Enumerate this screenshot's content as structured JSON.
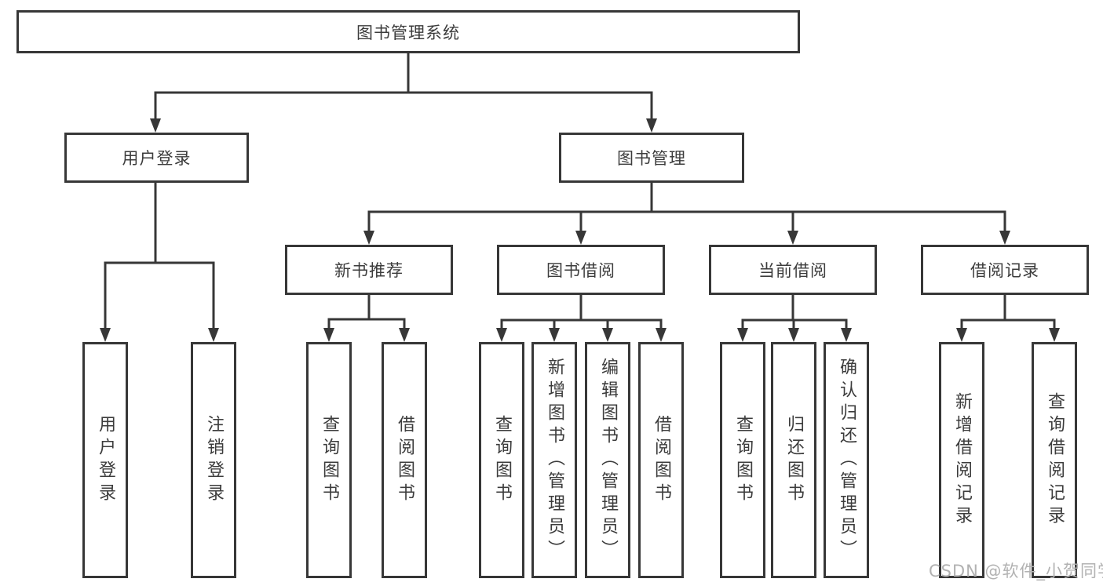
{
  "diagram": {
    "root": {
      "label": "图书管理系统"
    },
    "branches": [
      {
        "label": "用户登录",
        "children": [
          {
            "label": "用户登录"
          },
          {
            "label": "注销登录"
          }
        ]
      },
      {
        "label": "图书管理",
        "groups": [
          {
            "label": "新书推荐",
            "children": [
              {
                "label": "查询图书"
              },
              {
                "label": "借阅图书"
              }
            ]
          },
          {
            "label": "图书借阅",
            "children": [
              {
                "label": "查询图书"
              },
              {
                "label": "新增图书（管理员）"
              },
              {
                "label": "编辑图书（管理员）"
              },
              {
                "label": "借阅图书"
              }
            ]
          },
          {
            "label": "当前借阅",
            "children": [
              {
                "label": "查询图书"
              },
              {
                "label": "归还图书"
              },
              {
                "label": "确认归还（管理员）"
              }
            ]
          },
          {
            "label": "借阅记录",
            "children": [
              {
                "label": "新增借阅记录"
              },
              {
                "label": "查询借阅记录"
              }
            ]
          }
        ]
      }
    ],
    "watermark": "CSDN @软件_小贺同学",
    "colors": {
      "line": "#373737",
      "text": "#3c3c3c",
      "watermark": "#b2b2b2",
      "background": "#ffffff"
    }
  }
}
